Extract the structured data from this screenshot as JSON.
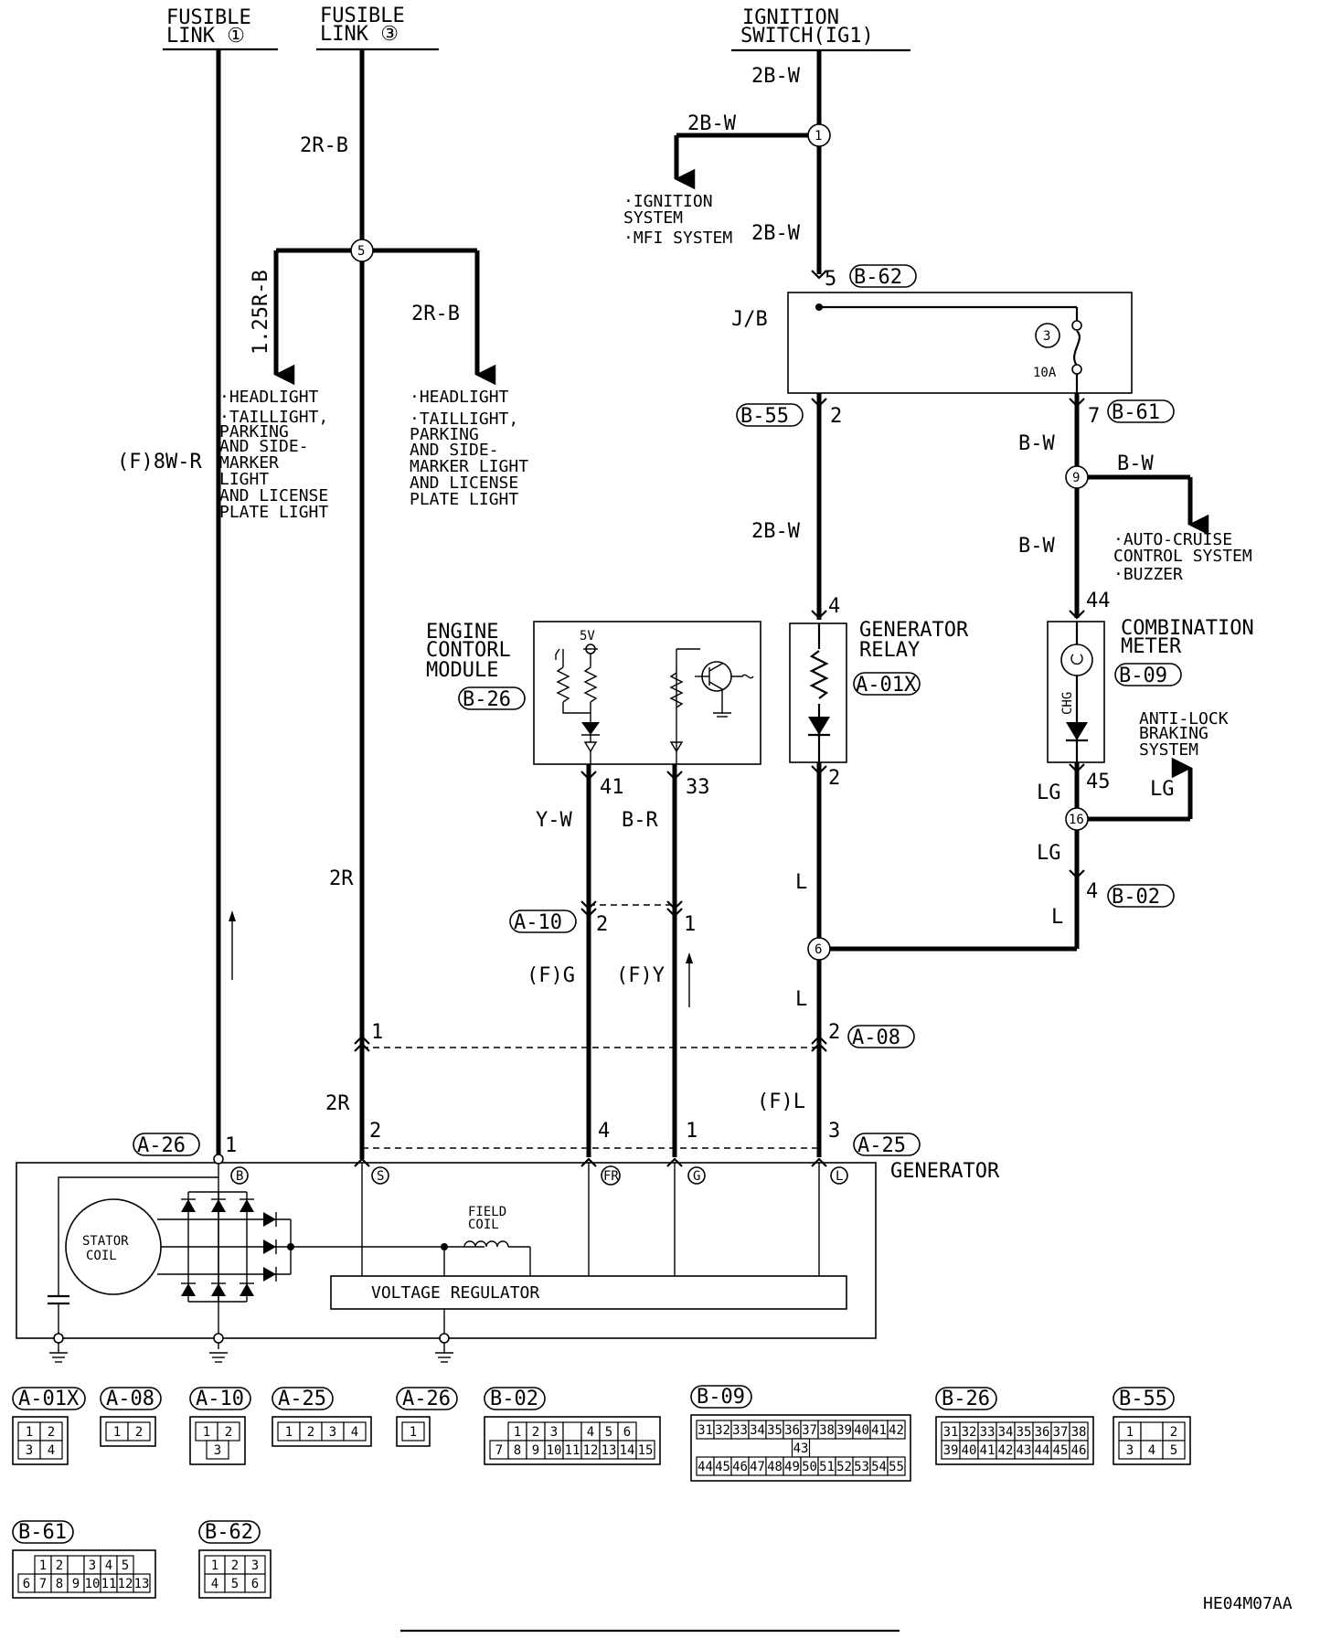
{
  "sources": {
    "fusible_link_1": [
      "FUSIBLE",
      "LINK ①"
    ],
    "fusible_link_3": [
      "FUSIBLE",
      "LINK ③"
    ],
    "ignition_switch": [
      "IGNITION",
      "SWITCH(IG1)"
    ]
  },
  "wires": {
    "fl1_main": "(F)8W-R",
    "fl3_top": "2R-B",
    "fl3_left_branch": "1.25R-B",
    "fl3_right_branch": "2R-B",
    "fl3_mid": "2R",
    "fl3_low": "2R",
    "ig_top": "2B-W",
    "ig_branch": "2B-W",
    "ig_mid": "2B-W",
    "jb_out_lower": "2B-W",
    "meter_feed_1": "B-W",
    "meter_branch": "B-W",
    "meter_feed_2": "B-W",
    "ecm_41": "Y-W",
    "ecm_33": "B-R",
    "ecm_41_low": "(F)G",
    "ecm_33_low": "(F)Y",
    "relay_out": "L",
    "meter_out_1": "LG",
    "abs_branch": "LG",
    "meter_out_2": "LG",
    "b02_out": "L",
    "node6_down": "L",
    "l_low": "(F)L"
  },
  "destinations": {
    "left_headlight": [
      "·HEADLIGHT",
      "·TAILLIGHT,",
      " PARKING",
      " AND SIDE-",
      " MARKER",
      " LIGHT",
      " AND LICENSE",
      " PLATE LIGHT"
    ],
    "right_headlight": [
      "·HEADLIGHT",
      "·TAILLIGHT,",
      " PARKING",
      " AND SIDE-",
      " MARKER LIGHT",
      " AND LICENSE",
      " PLATE LIGHT"
    ],
    "ignition": [
      "·IGNITION",
      " SYSTEM",
      "·MFI SYSTEM"
    ],
    "cruise": [
      "·AUTO-CRUISE",
      " CONTROL SYSTEM",
      "·BUZZER"
    ],
    "abs": [
      "ANTI-LOCK",
      "BRAKING",
      "SYSTEM"
    ]
  },
  "nodes": [
    "1",
    "5",
    "9",
    "16",
    "6"
  ],
  "junction_block": {
    "label": "J/B",
    "fuse_number": "3",
    "fuse_rating": "10A"
  },
  "ecm": {
    "title": [
      "ENGINE",
      "CONTORL",
      "MODULE"
    ],
    "connector": "B-26",
    "supply": "5V",
    "pins": [
      "41",
      "33"
    ]
  },
  "generator_relay": {
    "title": [
      "GENERATOR",
      "RELAY"
    ],
    "connector": "A-01X",
    "pins": [
      "4",
      "2"
    ]
  },
  "combination_meter": {
    "title": [
      "COMBINATION",
      "METER"
    ],
    "connector": "B-09",
    "lamp": "CHG",
    "pins": [
      "44",
      "45"
    ]
  },
  "generator": {
    "title": "GENERATOR",
    "stator": [
      "STATOR",
      "COIL"
    ],
    "field": [
      "FIELD",
      "COIL"
    ],
    "regulator": "VOLTAGE REGULATOR",
    "terminals": [
      "B",
      "S",
      "FR",
      "G",
      "L"
    ]
  },
  "connectors": {
    "b62": {
      "id": "B-62",
      "pin": "5"
    },
    "b55": {
      "id": "B-55",
      "pin": "2"
    },
    "b61": {
      "id": "B-61",
      "pin": "7"
    },
    "b02": {
      "id": "B-02",
      "pin": "4"
    },
    "a10": {
      "id": "A-10",
      "pins": [
        "2",
        "1"
      ]
    },
    "a08": {
      "id": "A-08",
      "pins": [
        "1",
        "2"
      ]
    },
    "a25": {
      "id": "A-25",
      "pins": [
        "2",
        "4",
        "1",
        "3"
      ]
    },
    "a26": {
      "id": "A-26",
      "pin": "1"
    }
  },
  "legend": [
    {
      "id": "A-01X",
      "rows": [
        [
          "1",
          "2"
        ],
        [
          "3",
          "4"
        ]
      ]
    },
    {
      "id": "A-08",
      "rows": [
        [
          "1",
          "2"
        ]
      ]
    },
    {
      "id": "A-10",
      "rows": [
        [
          "1",
          "2"
        ],
        [
          "3"
        ]
      ]
    },
    {
      "id": "A-25",
      "rows": [
        [
          "1",
          "2",
          "3",
          "4"
        ]
      ]
    },
    {
      "id": "A-26",
      "rows": [
        [
          "1"
        ]
      ]
    },
    {
      "id": "B-02",
      "rows": [
        [
          "1",
          "2",
          "3",
          "",
          "4",
          "5",
          "6"
        ],
        [
          "7",
          "8",
          "9",
          "10",
          "11",
          "12",
          "13",
          "14",
          "15"
        ]
      ]
    },
    {
      "id": "B-09",
      "rows": [
        [
          "31",
          "32",
          "33",
          "34",
          "35",
          "36",
          "37",
          "38",
          "39",
          "40",
          "41",
          "42"
        ],
        [
          "43"
        ],
        [
          "44",
          "45",
          "46",
          "47",
          "48",
          "49",
          "50",
          "51",
          "52",
          "53",
          "54",
          "55"
        ]
      ]
    },
    {
      "id": "B-26",
      "rows": [
        [
          "31",
          "32",
          "33",
          "34",
          "35",
          "36",
          "37",
          "38"
        ],
        [
          "39",
          "40",
          "41",
          "42",
          "43",
          "44",
          "45",
          "46"
        ]
      ]
    },
    {
      "id": "B-55",
      "rows": [
        [
          "1",
          "",
          "2"
        ],
        [
          "3",
          "4",
          "5"
        ]
      ]
    },
    {
      "id": "B-61",
      "rows": [
        [
          "1",
          "2",
          "",
          "3",
          "4",
          "5"
        ],
        [
          "6",
          "7",
          "8",
          "9",
          "10",
          "11",
          "12",
          "13"
        ]
      ]
    },
    {
      "id": "B-62",
      "rows": [
        [
          "1",
          "2",
          "3"
        ],
        [
          "4",
          "5",
          "6"
        ]
      ]
    }
  ],
  "diagram_code": "HE04M07AA"
}
